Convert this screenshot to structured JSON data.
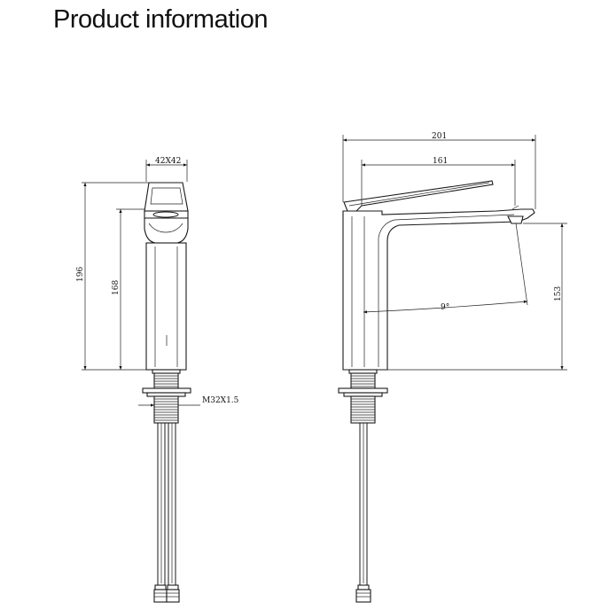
{
  "header": {
    "title": "Product information"
  },
  "dimensions": {
    "width_top": "42X42",
    "height_total": "196",
    "height_spout": "168",
    "thread": "M32X1.5",
    "length_total": "201",
    "length_handle": "161",
    "spout_height": "153",
    "angle": "9°"
  }
}
